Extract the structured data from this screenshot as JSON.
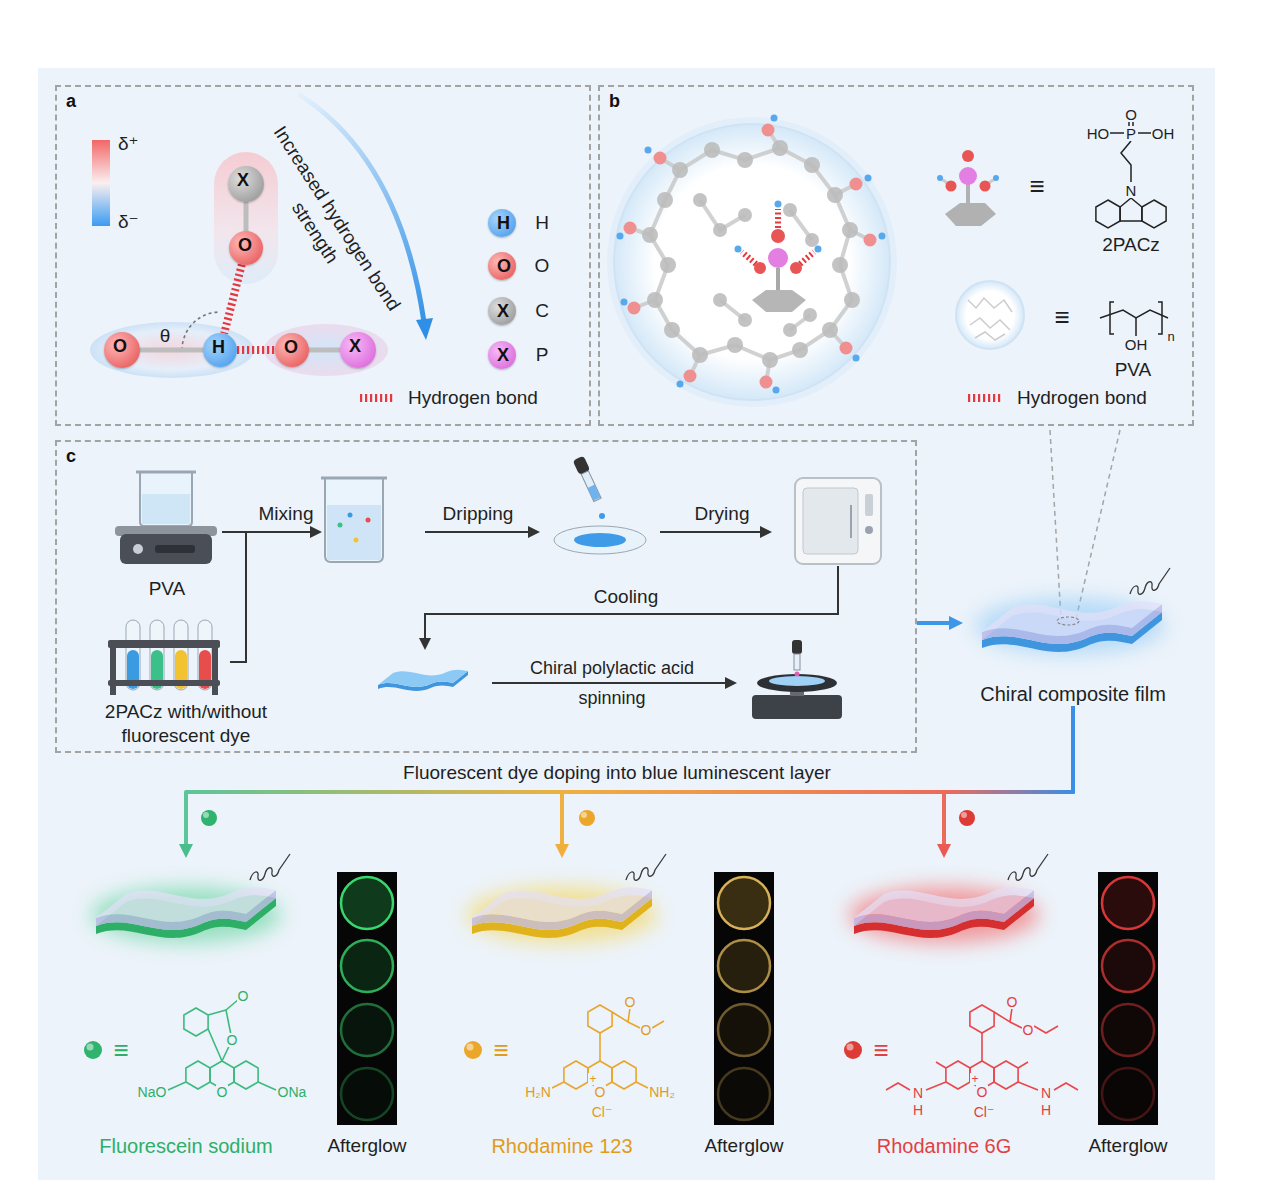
{
  "diagram": {
    "nodes": [
      {
        "text": [
          "a"
        ]
      },
      {
        "text": [
          "X"
        ],
        "in": 0
      },
      {
        "text": [
          "O"
        ],
        "in": 0
      },
      {
        "text": [
          "O"
        ],
        "in": 0
      },
      {
        "text": [
          "H"
        ],
        "in": 0
      },
      {
        "text": [
          "O"
        ],
        "in": 0
      },
      {
        "text": [
          "X"
        ],
        "in": 0
      },
      {
        "text": [
          "H"
        ],
        "in": 0
      },
      {
        "text": [
          "O"
        ],
        "in": 0
      },
      {
        "text": [
          "X"
        ],
        "in": 0
      },
      {
        "text": [
          "X"
        ],
        "in": 0
      },
      {
        "text": [
          "b"
        ]
      },
      {
        "text": [
          "c"
        ]
      },
      {
        "text": [
          "Chiral composite film"
        ]
      },
      {
        "text": [
          "Fluorescein sodium"
        ]
      },
      {
        "text": [
          "Rhodamine 123"
        ]
      },
      {
        "text": [
          "Rhodamine 6G"
        ]
      }
    ],
    "edges": [
      {
        "from": 1,
        "to": 2,
        "arrow": "none"
      },
      {
        "from": 2,
        "to": 4,
        "arrow": "none"
      },
      {
        "from": 3,
        "to": 4,
        "arrow": "none"
      },
      {
        "from": 4,
        "to": 5,
        "arrow": "none"
      },
      {
        "from": 5,
        "to": 6,
        "arrow": "none"
      },
      {
        "from": 12,
        "to": 13,
        "arrow": "to"
      },
      {
        "from": 13,
        "to": 14,
        "arrow": "to"
      },
      {
        "from": 13,
        "to": 15,
        "arrow": "to"
      },
      {
        "from": 13,
        "to": 16,
        "arrow": "to"
      }
    ],
    "labels": [
      "δ⁺",
      "δ⁻",
      "Increased hydrogen bond strength",
      "θ",
      "H",
      "O",
      "C",
      "P",
      "HO",
      "O",
      "P",
      "OH",
      "N",
      "2PACz",
      "≡",
      "≡",
      "OH",
      "n",
      "PVA",
      "PVA",
      "2PACz with/without fluorescent dye",
      "Mixing",
      "Dripping",
      "Drying",
      "Cooling",
      "Chiral polylactic acid spinning",
      "Fluorescent dye doping into blue luminescent layer",
      "≡",
      "O",
      "O",
      "NaO",
      "O",
      "ONa",
      "Afterglow",
      "≡",
      "O",
      "O",
      "H₂N",
      "+",
      "O",
      "NH₂",
      "Cl⁻",
      "Afterglow",
      "≡",
      "O",
      "O",
      "N",
      "H",
      "+",
      "O",
      "Cl⁻",
      "N",
      "H",
      "Afterglow"
    ],
    "legend": [
      {
        "text": "Hydrogen bond"
      },
      {
        "text": "Hydrogen bond"
      }
    ]
  }
}
